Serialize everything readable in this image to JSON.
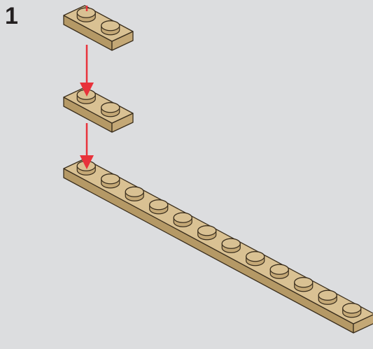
{
  "step": {
    "number": "1"
  },
  "colors": {
    "background": "#dcdddf",
    "brick": "#d9c193",
    "brick_side": "#c4a876",
    "brick_front": "#b59966",
    "outline": "#3a2e1d",
    "arrow": "#e8323b"
  },
  "parts": [
    {
      "type": "plate",
      "size": "1x2",
      "studs": 2,
      "color": "tan"
    },
    {
      "type": "plate",
      "size": "1x2",
      "studs": 2,
      "color": "tan"
    },
    {
      "type": "plate",
      "size": "1x12",
      "studs": 12,
      "color": "tan"
    }
  ],
  "arrows": [
    {
      "from": "top",
      "to": "part-1"
    },
    {
      "from": "part-1",
      "to": "part-2"
    },
    {
      "from": "part-2",
      "to": "part-3"
    }
  ]
}
